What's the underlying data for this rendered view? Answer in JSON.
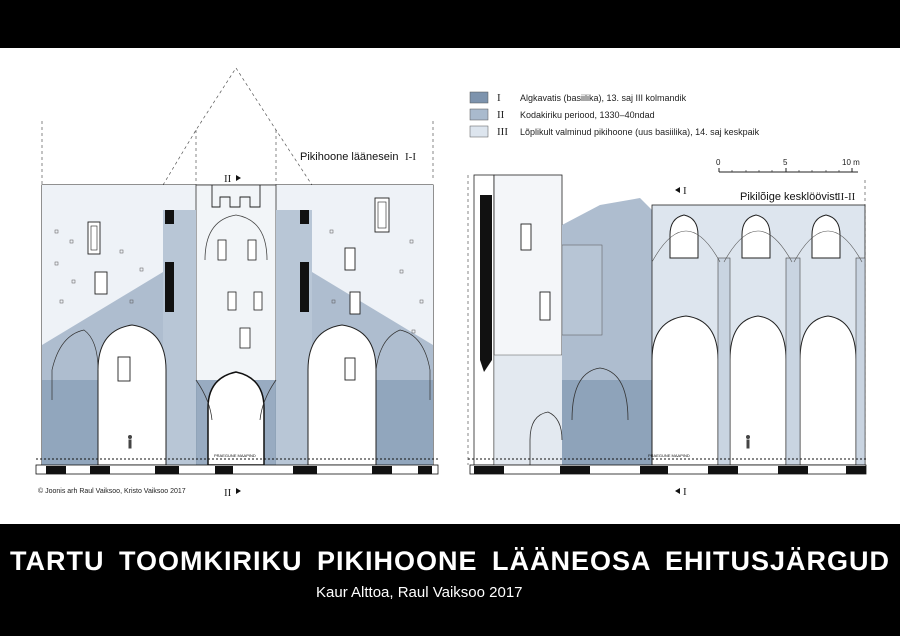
{
  "legend": [
    {
      "numeral": "I",
      "text": "Algkavatis (basiilika), 13. saj III kolmandik",
      "color": "#7d93ad"
    },
    {
      "numeral": "II",
      "text": "Kodakiriku periood, 1330–40ndad",
      "color": "#a9bacd"
    },
    {
      "numeral": "III",
      "text": "Lõplikult valminud pikihoone (uus basiilika), 14. saj keskpaik",
      "color": "#dde5ee"
    }
  ],
  "scale": {
    "ticks": [
      "0",
      "5",
      "10 m"
    ]
  },
  "left_elevation": {
    "caption": "Pikihoone läänesein",
    "section_mark": "I-I",
    "marker_top": "II",
    "marker_bottom": "II",
    "floor_text": "PRAEGUNE MAAPIND"
  },
  "right_section": {
    "caption": "Pikilõige kesklöövist",
    "section_mark": "II-II",
    "marker_top": "I",
    "marker_bottom": "I",
    "floor_text": "PRAEGUNE MAAPIND"
  },
  "credit": "© Joonis  arh Raul Vaiksoo, Kristo Vaiksoo 2017",
  "title": "TARTU  TOOMKIRIKU  PIKIHOONE  LÄÄNEOSA  EHITUSJÄRGUD",
  "subtitle": "Kaur Alttoa, Raul Vaiksoo 2017"
}
